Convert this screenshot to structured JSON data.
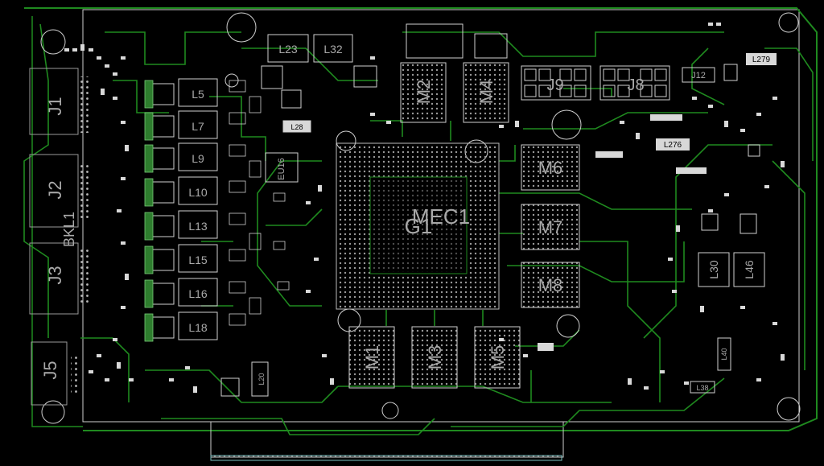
{
  "colors": {
    "background": "#000000",
    "trace": "#1f8a1f",
    "outline": "#cfcfcf",
    "pad": "#d8d8d8",
    "label": "#a9a9a9"
  },
  "labels": {
    "connectors": [
      "J1",
      "J2",
      "J3",
      "J5"
    ],
    "connectors_top": [
      "J9",
      "J8",
      "J12"
    ],
    "inductors_left": [
      "L5",
      "L7",
      "L9",
      "L10",
      "L13",
      "L15",
      "L16",
      "L18"
    ],
    "inductors_top": [
      "L23",
      "L32"
    ],
    "inductors_misc": [
      "L28",
      "L279",
      "L276",
      "L30",
      "L46",
      "L40",
      "L38",
      "L20"
    ],
    "memory": [
      "M2",
      "M4",
      "M6",
      "M7",
      "M8",
      "M1",
      "M3",
      "M5"
    ],
    "gpu": [
      "MEC1",
      "G1"
    ],
    "misc": [
      "EU16",
      "BKL1"
    ]
  }
}
